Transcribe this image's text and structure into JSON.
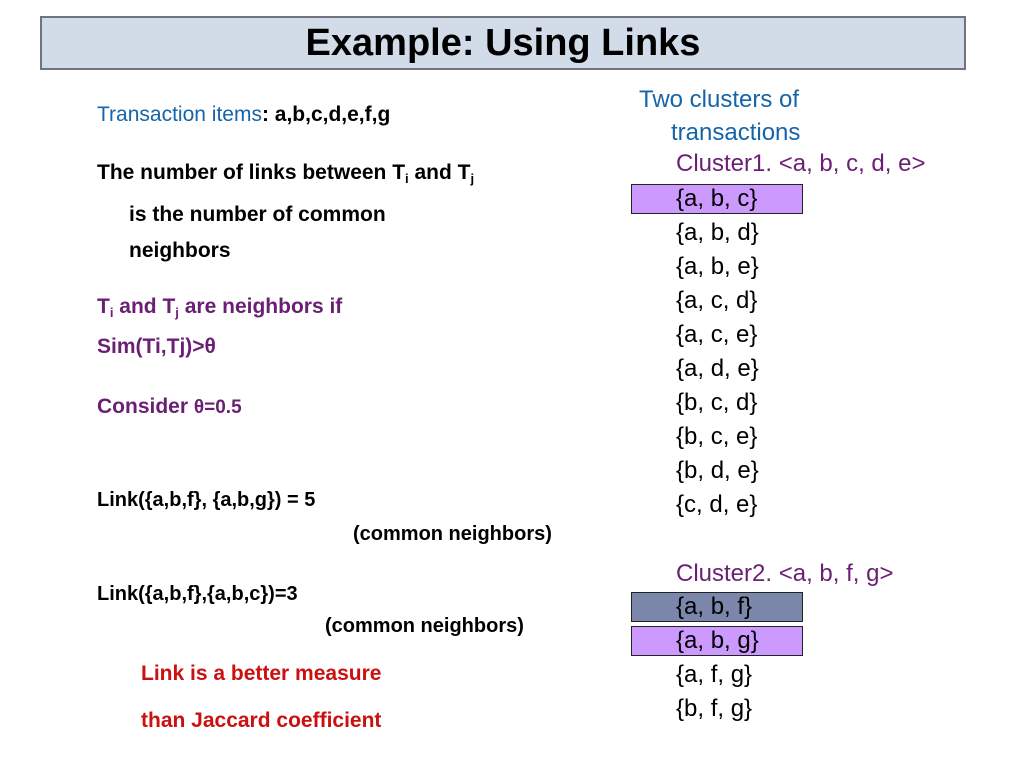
{
  "title": "Example: Using Links",
  "left": {
    "transaction_label": "Transaction items",
    "transaction_colon": ": ",
    "transaction_value": "a,b,c,d,e,f,g",
    "links_line1_a": "The number of links between T",
    "links_sub_i": "i",
    "links_line1_b": " and T",
    "links_sub_j": "j",
    "links_line2": "is the number of common",
    "links_line3": "neighbors",
    "neighbors_a": "T",
    "neighbors_sub_i": "i",
    "neighbors_b": " and T",
    "neighbors_sub_j": "j",
    "neighbors_c": " are neighbors if",
    "neighbors_line2": "Sim(Ti,Tj)>θ",
    "consider": "Consider ",
    "consider_theta": "θ=0.5",
    "link1_formula": "Link({a,b,f}, {a,b,g}) = 5",
    "link1_note": "(common neighbors)",
    "link2_formula": "Link({a,b,f},{a,b,c})=3",
    "link2_note": "(common neighbors)",
    "conclusion_line1": "Link is a better measure",
    "conclusion_line2": "than Jaccard coefficient"
  },
  "right": {
    "heading_line1": "Two clusters of",
    "heading_line2": "transactions",
    "cluster1_title": "Cluster1. <a, b, c, d, e>",
    "cluster1_items": [
      "{a, b, c}",
      "{a, b, d}",
      "{a, b, e}",
      "{a, c, d}",
      "{a, c, e}",
      "{a, d, e}",
      "{b, c, d}",
      "{b, c, e}",
      "{b, d, e}",
      "{c, d, e}"
    ],
    "cluster2_title": "Cluster2. <a, b, f, g>",
    "cluster2_items": [
      "{a, b, f}",
      "{a, b, g}",
      "{a, f, g}",
      "{b, f, g}"
    ]
  },
  "colors": {
    "title_bg": "#d2dce9",
    "blue_text": "#1565a8",
    "purple_text": "#6b1f74",
    "red_text": "#cc1010",
    "highlight_light": "#cc99ff",
    "highlight_dark": "#7a86aa"
  }
}
